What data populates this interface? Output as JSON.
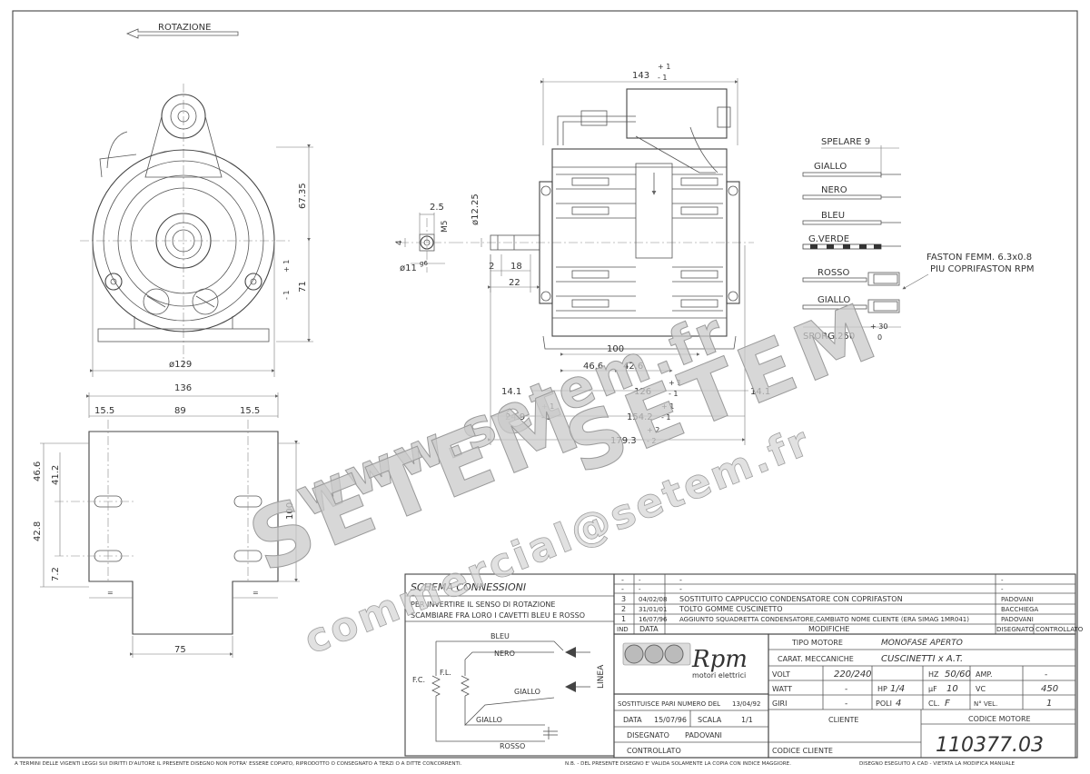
{
  "rotation_label": "ROTAZIONE",
  "front_view": {
    "dim_diameter": "ø129",
    "dim_height_1": "67.35",
    "dim_height_2": "71",
    "dim_tol_plus": "+ 1",
    "dim_tol_minus": "- 1"
  },
  "bracket_view": {
    "dim_width_total": "136",
    "dim_left_slot": "15.5",
    "dim_center": "89",
    "dim_right_slot": "15.5",
    "dim_46": "46.6",
    "dim_41": "41.2",
    "dim_42": "42.8",
    "dim_7": "7.2",
    "dim_100": "100",
    "dim_bottom": "75",
    "eq_sign": "="
  },
  "shaft_detail": {
    "dim_25": "2.5",
    "dim_m5": "M5",
    "dim_4": "4",
    "dim_d11": "ø11",
    "dim_g6": "g6",
    "dim_d12": "ø12.25"
  },
  "side_view": {
    "dim_143": "143",
    "tol_143_plus": "+ 1",
    "tol_143_minus": "- 1",
    "dim_2": "2",
    "dim_18": "18",
    "dim_22": "22",
    "dim_100": "100",
    "dim_46": "46.6",
    "dim_42": "42.6",
    "dim_14_left": "14.1",
    "dim_126": "126",
    "tol_126_plus": "+ 1",
    "tol_126_minus": "- 1",
    "dim_14_right": "14.1",
    "dim_24": "24.9",
    "tol_24_plus": "+ 1",
    "tol_24_minus": "- 1",
    "dim_154": "154.2",
    "tol_154_plus": "+ 1",
    "tol_154_minus": "- 1",
    "dim_179": "179.3",
    "tol_179_plus": "+ 2",
    "tol_179_minus": "- 2"
  },
  "wires": {
    "strip": "SPELARE 9",
    "labels": [
      "GIALLO",
      "NERO",
      "BLEU",
      "G.VERDE",
      "ROSSO",
      "GIALLO"
    ],
    "faston_1": "FASTON FEMM. 6.3x0.8",
    "faston_2": "PIU COPRIFASTON RPM",
    "sporg": "SPORG.250",
    "sporg_plus": "+ 30",
    "sporg_minus": "0"
  },
  "schema": {
    "title": "SCHEMA CONNESSIONI",
    "line1": "PER INVERTIRE IL SENSO DI ROTAZIONE",
    "line2": "SCAMBIARE FRA LORO I CAVETTI BLEU E ROSSO",
    "bleu": "BLEU",
    "nero": "NERO",
    "giallo_1": "GIALLO",
    "giallo_2": "GIALLO",
    "rosso": "ROSSO",
    "fc": "F.C.",
    "fl": "F.L.",
    "linea": "LINEA"
  },
  "revisions": {
    "rows": [
      {
        "ind": "-",
        "date": "-",
        "desc": "-",
        "by": "-"
      },
      {
        "ind": "-",
        "date": "-",
        "desc": "-",
        "by": "-"
      },
      {
        "ind": "3",
        "date": "04/02/08",
        "desc": "SOSTITUITO CAPPUCCIO CONDENSATORE CON COPRIFASTON",
        "by": "PADOVANI"
      },
      {
        "ind": "2",
        "date": "31/01/01",
        "desc": "TOLTO GOMME CUSCINETTO",
        "by": "BACCHIEGA"
      },
      {
        "ind": "1",
        "date": "16/07/96",
        "desc": "AGGIUNTO SQUADRETTA CONDENSATORE,CAMBIATO NOME CLIENTE (ERA SIMAG 1MR041)",
        "by": "PADOVANI"
      }
    ],
    "hdr_ind": "IND",
    "hdr_data": "DATA",
    "hdr_modifiche": "MODIFICHE",
    "hdr_disegnato": "DISEGNATO",
    "hdr_controllato": "CONTROLLATO"
  },
  "logo": {
    "brand": "Rpm",
    "subtitle": "motori elettrici"
  },
  "title_block": {
    "tipo_motore_label": "TIPO MOTORE",
    "tipo_motore": "MONOFASE APERTO",
    "carat_label": "CARAT. MECCANICHE",
    "carat": "CUSCINETTI x A.T.",
    "volt_label": "VOLT",
    "volt": "220/240",
    "hz_label": "HZ",
    "hz": "50/60",
    "amp_label": "AMP.",
    "amp": "-",
    "watt_label": "WATT",
    "watt": "-",
    "hp_label": "HP",
    "hp": "1/4",
    "uf_label": "µF",
    "uf": "10",
    "vc_label": "VC",
    "vc": "450",
    "giri_label": "GIRI",
    "giri": "-",
    "poli_label": "POLI",
    "poli": "4",
    "cl_label": "CL.",
    "cl": "F",
    "nvel_label": "N° VEL.",
    "nvel": "1",
    "sostituisce": "SOSTITUISCE PARI NUMERO DEL",
    "sostituisce_date": "13/04/92",
    "data_label": "DATA",
    "data": "15/07/96",
    "scala_label": "SCALA",
    "scala": "1/1",
    "disegnato_label": "DISEGNATO",
    "disegnato": "PADOVANI",
    "controllato_label": "CONTROLLATO",
    "cliente_label": "CLIENTE",
    "codice_cliente_label": "CODICE CLIENTE",
    "codice_motore_label": "CODICE MOTORE",
    "codice_motore": "110377.03"
  },
  "footer": {
    "left": "A TERMINI DELLE VIGENTI LEGGI SUI DIRITTI D'AUTORE IL PRESENTE DISEGNO NON POTRA' ESSERE COPIATO, RIPRODOTTO O CONSEGNATO A TERZI O A DITTE CONCORRENTI.",
    "mid": "N.B. - DEL PRESENTE DISEGNO E' VALIDA SOLAMENTE LA COPIA CON INDICE MAGGIORE.",
    "right": "DISEGNO ESEGUITO A CAD - VIETATA LA MODIFICA MANUALE"
  },
  "watermarks": {
    "url": "www.setem.fr",
    "brand_1": "SETEM",
    "brand_2": "SETEM",
    "email": "commercial@setem.fr"
  }
}
